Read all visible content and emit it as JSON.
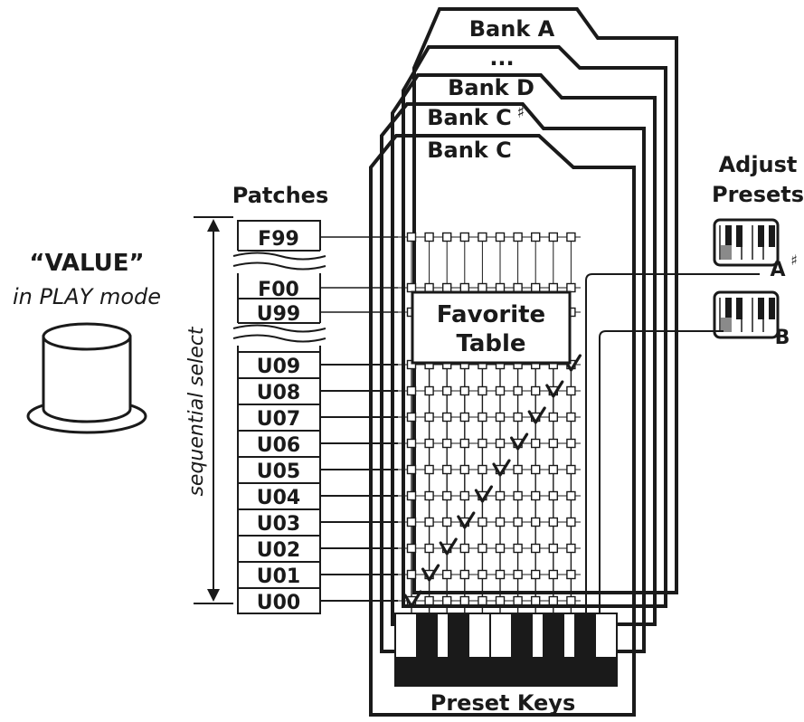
{
  "knob": {
    "title": "“VALUE”",
    "subtitle": "in PLAY mode"
  },
  "axis_label": "sequential select",
  "patches": {
    "header": "Patches",
    "top_labels": [
      "F99",
      "F00",
      "U99"
    ],
    "user_labels": [
      "U09",
      "U08",
      "U07",
      "U06",
      "U05",
      "U04",
      "U03",
      "U02",
      "U01",
      "U00"
    ]
  },
  "banks": {
    "labels": [
      "Bank A",
      "...",
      "Bank D",
      "Bank C",
      "Bank C"
    ],
    "sharp_symbol": "♯"
  },
  "favorite_table": {
    "line1": "Favorite",
    "line2": "Table"
  },
  "preset_keys_label": "Preset Keys",
  "adjust_presets": {
    "line1": "Adjust",
    "line2": "Presets",
    "key_a": "A",
    "key_b": "B",
    "sharp_symbol": "♯"
  },
  "colors": {
    "ink": "#1a1a1a",
    "grey_key": "#8a8a8a",
    "background": "#ffffff"
  }
}
